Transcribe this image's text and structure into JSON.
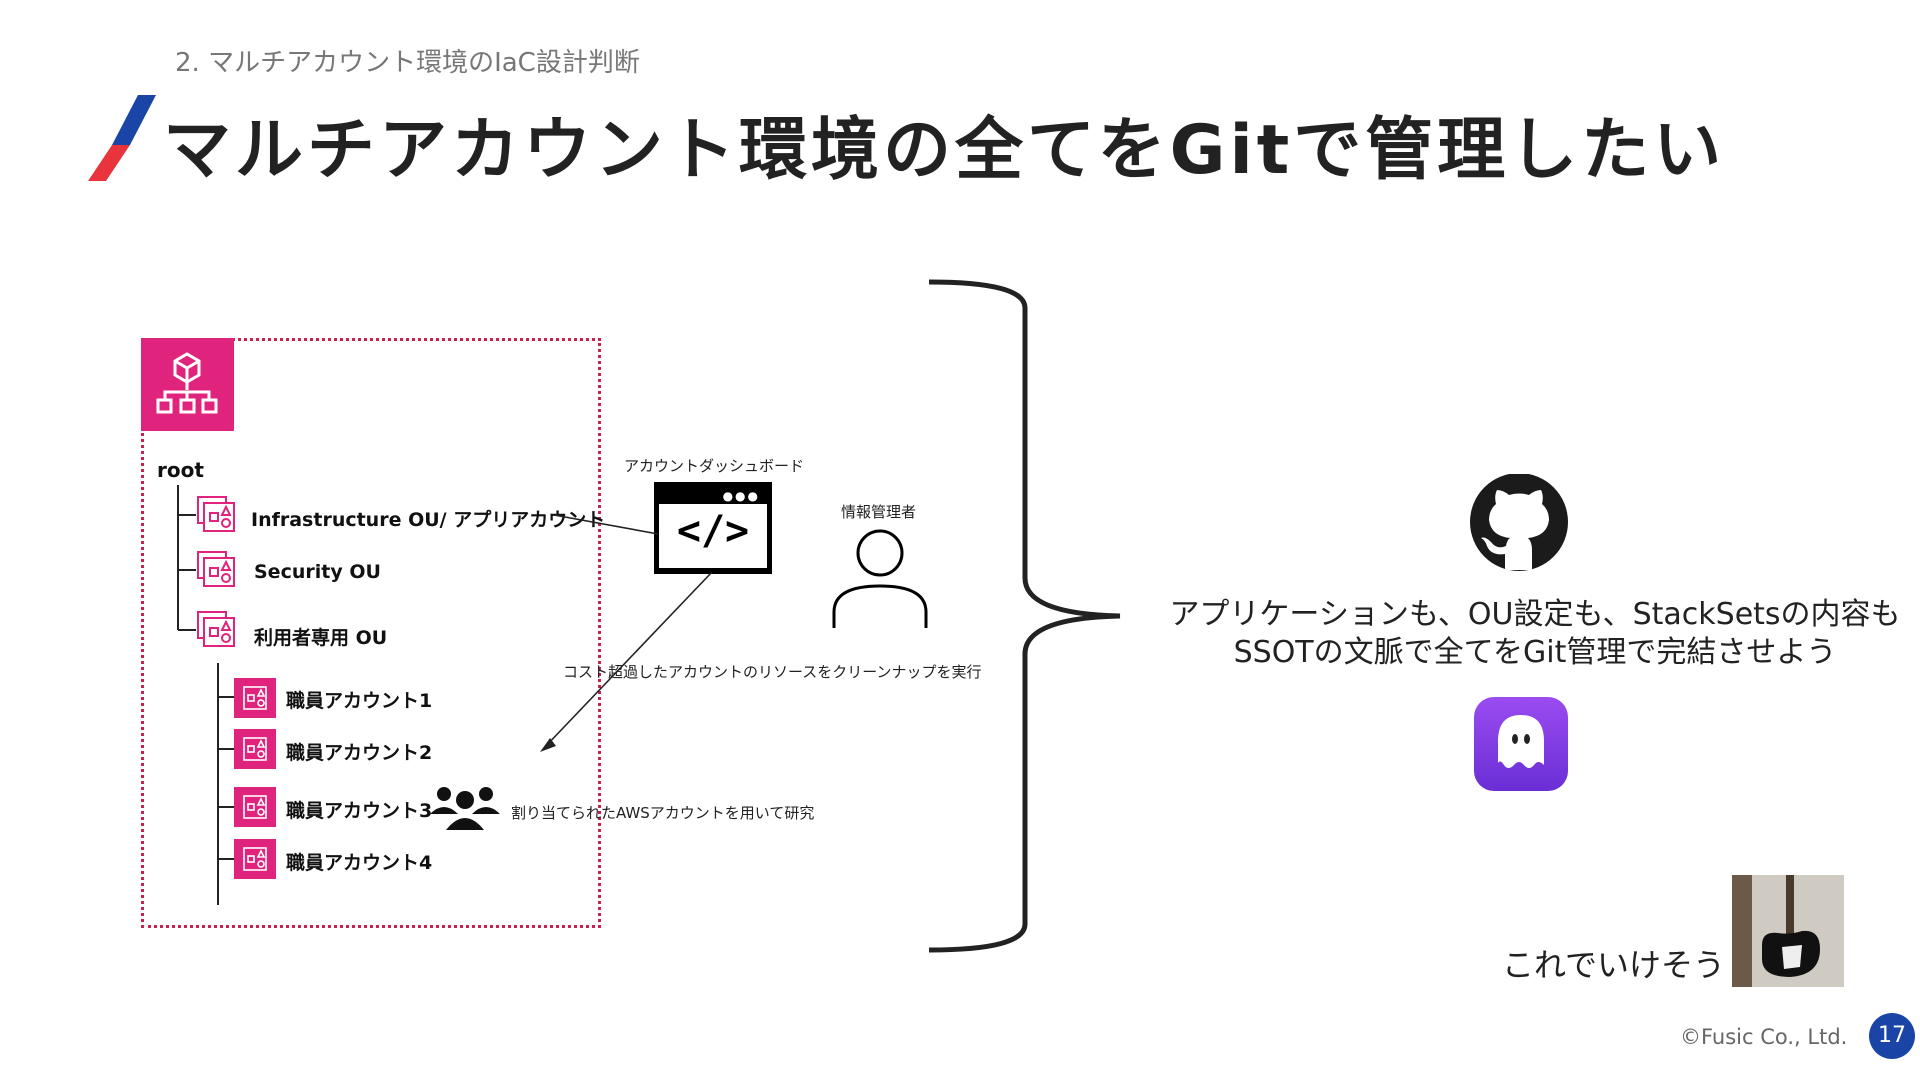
{
  "header": {
    "section": "2. マルチアカウント環境のIaC設計判断",
    "title": "マルチアカウント環境の全てをGitで管理したい"
  },
  "org": {
    "root": "root",
    "ous": [
      "Infrastructure OU/ アプリアカウント",
      "Security OU",
      "利用者専用 OU"
    ],
    "accounts": [
      "職員アカウント1",
      "職員アカウント2",
      "職員アカウント3",
      "職員アカウント4"
    ]
  },
  "dashboard": {
    "label": "アカウントダッシュボード"
  },
  "admin": {
    "label": "情報管理者"
  },
  "arrows": {
    "cleanup": "コスト超過したアカウントのリソースをクリーンナップを実行",
    "research": "割り当てられたAWSアカウントを用いて研究"
  },
  "message": {
    "line1": "アプリケーションも、OU設定も、StackSetsの内容も",
    "line2": "SSOTの文脈で全てをGit管理で完結させよう"
  },
  "caption": "これでいけそう",
  "footer": {
    "copyright": "©Fusic Co., Ltd.",
    "page": "17"
  },
  "colors": {
    "accent_pink": "#e0237d",
    "accent_blue": "#1a44a6",
    "accent_red": "#e8343c"
  },
  "icons": [
    "organizations-icon",
    "folder-icon",
    "account-icon",
    "code-window-icon",
    "user-icon",
    "group-icon",
    "github-icon",
    "ghost-app-icon"
  ]
}
